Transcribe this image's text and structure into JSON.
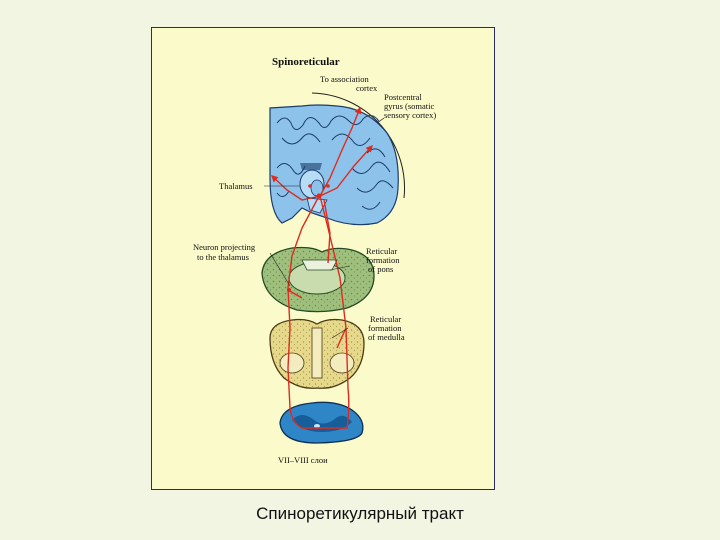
{
  "diagram": {
    "title": "Spinoreticular",
    "labels": {
      "association_cortex": [
        "To association",
        "cortex"
      ],
      "postcentral_gyrus": [
        "Postcentral",
        "gyrus (somatic",
        "sensory cortex)"
      ],
      "thalamus": "Thalamus",
      "neuron_projecting": [
        "Neuron projecting",
        "to the thalamus"
      ],
      "reticular_pons": [
        "Reticular",
        "formation",
        "of pons"
      ],
      "reticular_medulla": [
        "Reticular",
        "formation",
        "of medulla"
      ],
      "spinal_laminae": "VII–VIII слои"
    },
    "colors": {
      "brain": "#8dc3ea",
      "pons": "#9fbf7c",
      "medulla": "#e7d98a",
      "spinal_cord": "#2f86c6",
      "tract": "#dd2b1f",
      "panel": "#fbfaca",
      "page": "#f2f5e2"
    }
  },
  "caption": "Спиноретикулярный тракт"
}
